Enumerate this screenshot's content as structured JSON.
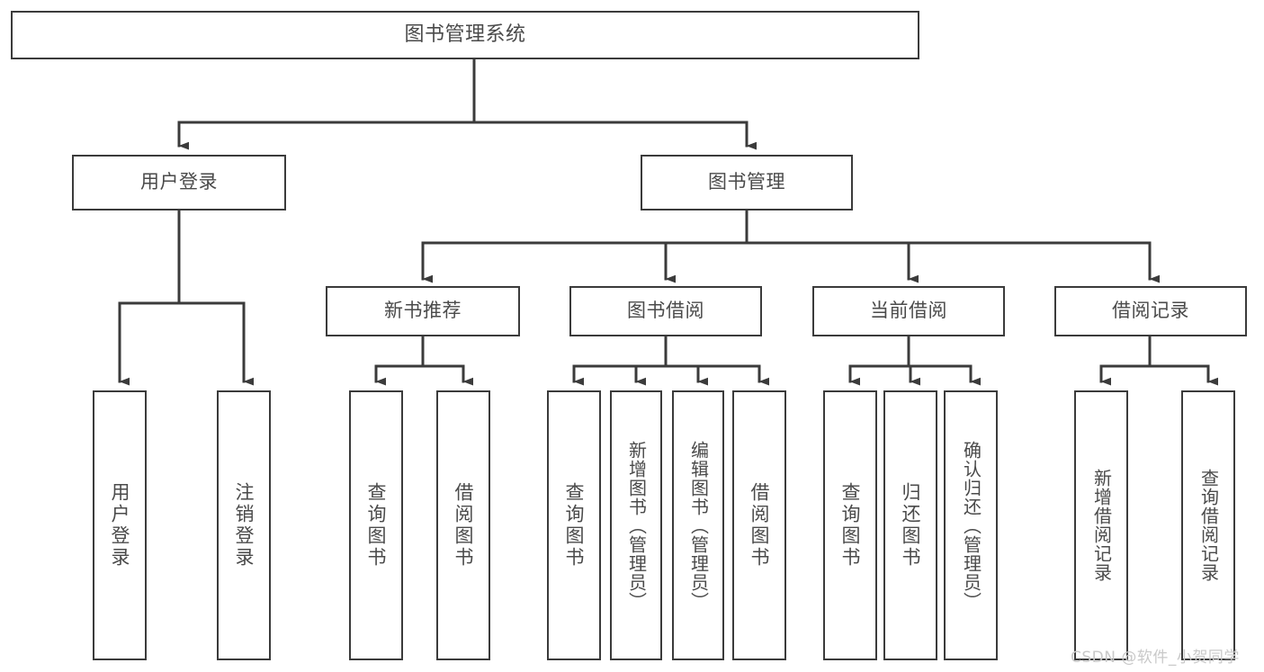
{
  "diagram": {
    "title": "图书管理系统",
    "type": "tree-hierarchy-diagram",
    "line_color": "#3b3b3b",
    "text_color": "#4a4a4a",
    "background_color": "#ffffff",
    "nodes": {
      "root": {
        "label": "图书管理系统"
      },
      "level2": [
        {
          "label": "用户登录"
        },
        {
          "label": "图书管理"
        }
      ],
      "level3": [
        {
          "label": "新书推荐"
        },
        {
          "label": "图书借阅"
        },
        {
          "label": "当前借阅"
        },
        {
          "label": "借阅记录"
        }
      ],
      "leaves": {
        "user_login": [
          {
            "label": "用户登录"
          },
          {
            "label": "注销登录"
          }
        ],
        "new_book_recommend": [
          {
            "label": "查询图书"
          },
          {
            "label": "借阅图书"
          }
        ],
        "book_borrow": [
          {
            "label": "查询图书"
          },
          {
            "label": "新增图书（管理员）"
          },
          {
            "label": "编辑图书（管理员）"
          },
          {
            "label": "借阅图书"
          }
        ],
        "current_borrow": [
          {
            "label": "查询图书"
          },
          {
            "label": "归还图书"
          },
          {
            "label": "确认归还（管理员）"
          }
        ],
        "borrow_record": [
          {
            "label": "新增借阅记录"
          },
          {
            "label": "查询借阅记录"
          }
        ]
      }
    }
  },
  "watermark": {
    "text": "CSDN @软件_小贺同学"
  }
}
